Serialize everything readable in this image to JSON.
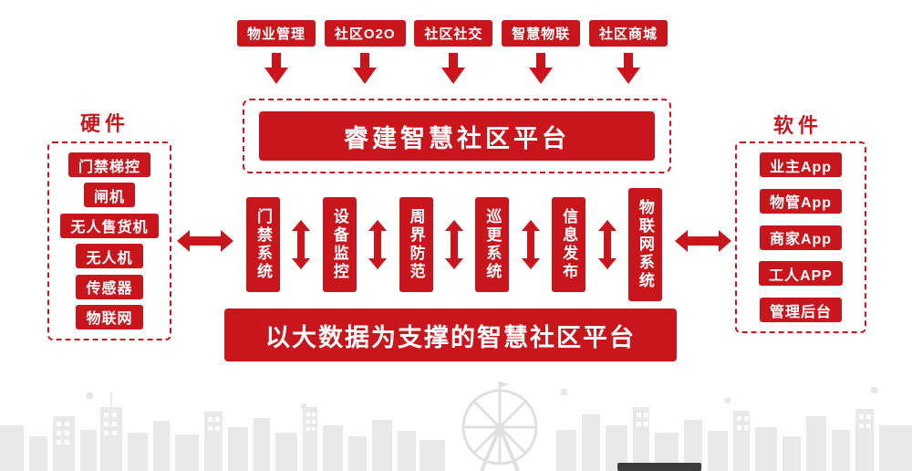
{
  "top_modules": [
    "物业管理",
    "社区O2O",
    "社区社交",
    "智慧物联",
    "社区商城"
  ],
  "platform_title": "睿建智慧社区平台",
  "hardware": {
    "title": "硬件",
    "items": [
      "门禁梯控",
      "闸机",
      "无人售货机",
      "无人机",
      "传感器",
      "物联网"
    ]
  },
  "software": {
    "title": "软件",
    "items": [
      "业主App",
      "物管App",
      "商家App",
      "工人APP",
      "管理后台"
    ]
  },
  "systems": [
    "门禁系统",
    "设备监控",
    "周界防范",
    "巡更系统",
    "信息发布",
    "物联网系统"
  ],
  "bottom_banner": "以大数据为支撑的智慧社区平台",
  "colors": {
    "primary_red": "#c9161d",
    "skyline_gray": "#e9e9e9",
    "watermark_dark": "#3c3c3c"
  }
}
